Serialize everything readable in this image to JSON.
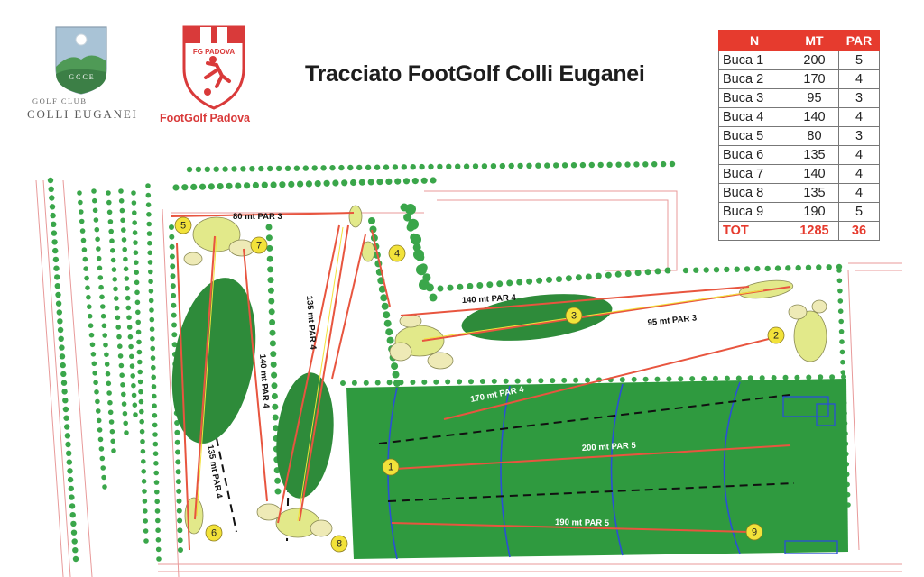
{
  "title": "Tracciato FootGolf Colli Euganei",
  "logos": {
    "golf_club_line1": "GOLF CLUB",
    "golf_club_line2": "COLLI EUGANEI",
    "gc_monogram": "G C C E",
    "footgolf_shield": "FG PADOVA",
    "footgolf_label": "FootGolf Padova"
  },
  "scorecard": {
    "headers": [
      "N",
      "MT",
      "PAR"
    ],
    "rows": [
      [
        "Buca 1",
        "200",
        "5"
      ],
      [
        "Buca 2",
        "170",
        "4"
      ],
      [
        "Buca 3",
        "95",
        "3"
      ],
      [
        "Buca 4",
        "140",
        "4"
      ],
      [
        "Buca 5",
        "80",
        "3"
      ],
      [
        "Buca 6",
        "135",
        "4"
      ],
      [
        "Buca 7",
        "140",
        "4"
      ],
      [
        "Buca 8",
        "135",
        "4"
      ],
      [
        "Buca 9",
        "190",
        "5"
      ]
    ],
    "total": [
      "TOT",
      "1285",
      "36"
    ]
  },
  "map": {
    "hole_labels": {
      "h1": "200 mt PAR 5",
      "h2": "170 mt PAR 4",
      "h3": "95 mt PAR 3",
      "h4": "140 mt PAR 4",
      "h5": "80 mt PAR 3",
      "h6": "135 mt PAR 4",
      "h7": "140 mt PAR 4",
      "h8": "135 mt PAR 4",
      "h9": "190 mt PAR 5"
    },
    "hole_numbers": [
      "1",
      "2",
      "3",
      "4",
      "5",
      "6",
      "7",
      "8",
      "9"
    ],
    "colors": {
      "fairway": "#2e8b3a",
      "range_green": "#2f9a3f",
      "route": "#e8553f",
      "hole_marker": "#f2e23a",
      "tree": "#3aa64a",
      "boundary": "#e89a9a"
    }
  }
}
